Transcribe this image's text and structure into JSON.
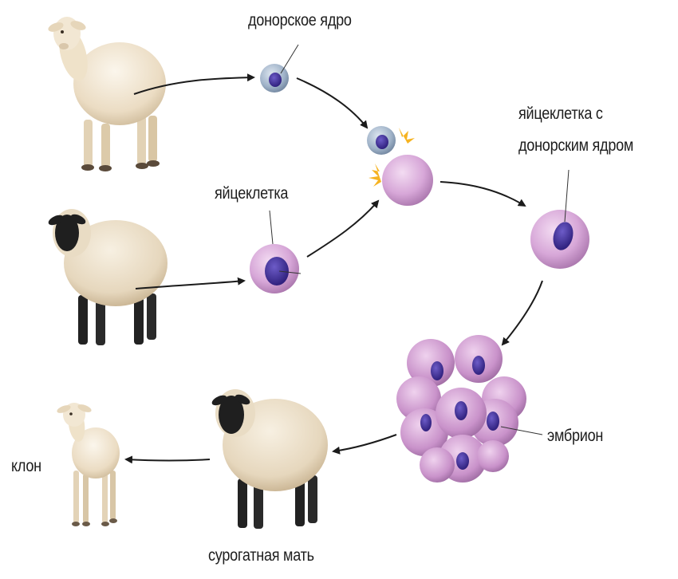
{
  "labels": {
    "donor_nucleus": "донорское ядро",
    "egg_cell": "яйцеклетка",
    "egg_with_nucleus_line1": "яйцеклетка с",
    "egg_with_nucleus_line2": "донорским ядром",
    "embryo": "эмбрион",
    "surrogate_mother": "сурогатная мать",
    "clone": "клон"
  },
  "colors": {
    "white_sheep": "#efe3cf",
    "black_face": "#2a2a2a",
    "donor_cell": "#8fa3bf",
    "egg_cell": "#d5a9d8",
    "nucleus": "#3b2a8e",
    "arrow": "#1b1b1b",
    "spark": "#f6b321"
  }
}
